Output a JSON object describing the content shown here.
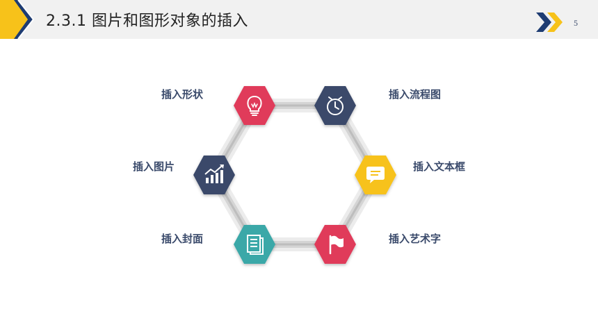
{
  "header": {
    "title": "2.3.1 图片和图形对象的插入",
    "page_number": "5",
    "colors": {
      "navy": "#1e3c72",
      "yellow": "#f7c21a",
      "bar_bg": "#f1f1f1"
    }
  },
  "diagram": {
    "nodes": [
      {
        "label": "插入形状",
        "icon": "lightbulb-icon",
        "color": "#e03a5a"
      },
      {
        "label": "插入流程图",
        "icon": "stopwatch-icon",
        "color": "#3b4a6b"
      },
      {
        "label": "插入文本框",
        "icon": "chat-bubble-icon",
        "color": "#f7c21a"
      },
      {
        "label": "插入艺术字",
        "icon": "flag-icon",
        "color": "#e03a5a"
      },
      {
        "label": "插入封面",
        "icon": "document-icon",
        "color": "#3ba8a8"
      },
      {
        "label": "插入图片",
        "icon": "chart-trend-icon",
        "color": "#3b4a6b"
      }
    ]
  }
}
